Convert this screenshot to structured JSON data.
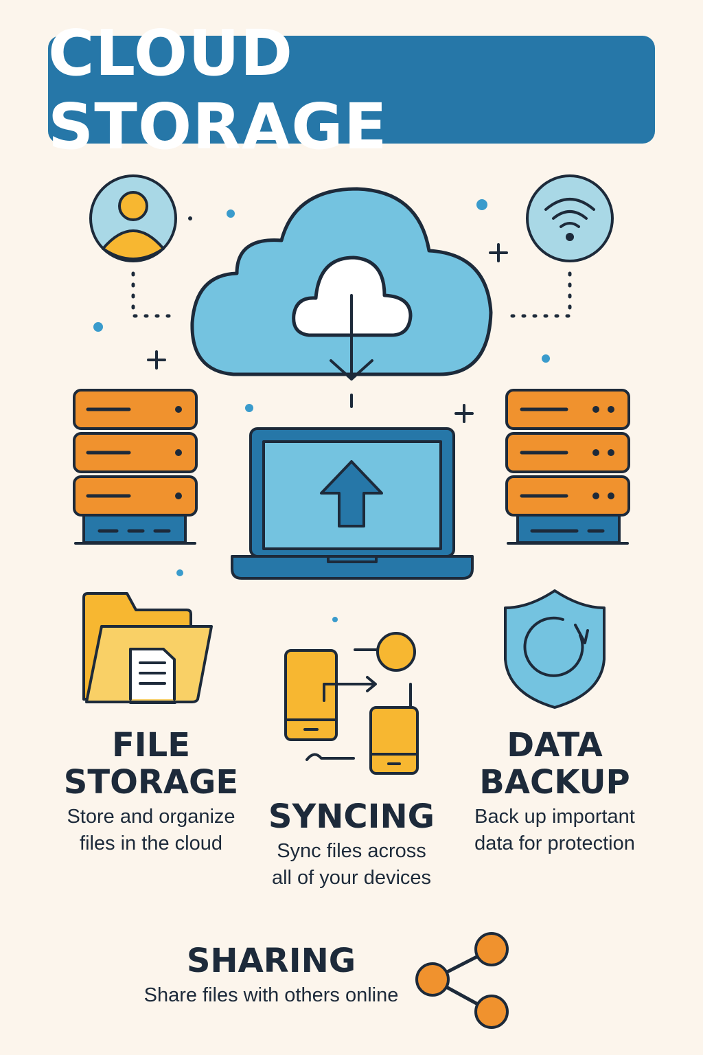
{
  "title": "CLOUD STORAGE",
  "colors": {
    "background": "#fcf5ec",
    "banner": "#2677a8",
    "cloud": "#74c3e0",
    "server": "#f0922e",
    "accent_yellow": "#f7b731",
    "outline": "#1d2a3a"
  },
  "features": [
    {
      "title_line1": "FILE",
      "title_line2": "STORAGE",
      "desc_line1": "Store and organize",
      "desc_line2": "files in the cloud",
      "icon": "folder-icon"
    },
    {
      "title_line1": "SYNCING",
      "desc_line1": "Sync files across",
      "desc_line2": "all of your devices",
      "icon": "devices-sync-icon"
    },
    {
      "title_line1": "DATA",
      "title_line2": "BACKUP",
      "desc_line1": "Back up important",
      "desc_line2": "data for protection",
      "icon": "shield-backup-icon"
    },
    {
      "title_line1": "SHARING",
      "desc_line1": "Share files with others online",
      "icon": "share-icon"
    }
  ]
}
